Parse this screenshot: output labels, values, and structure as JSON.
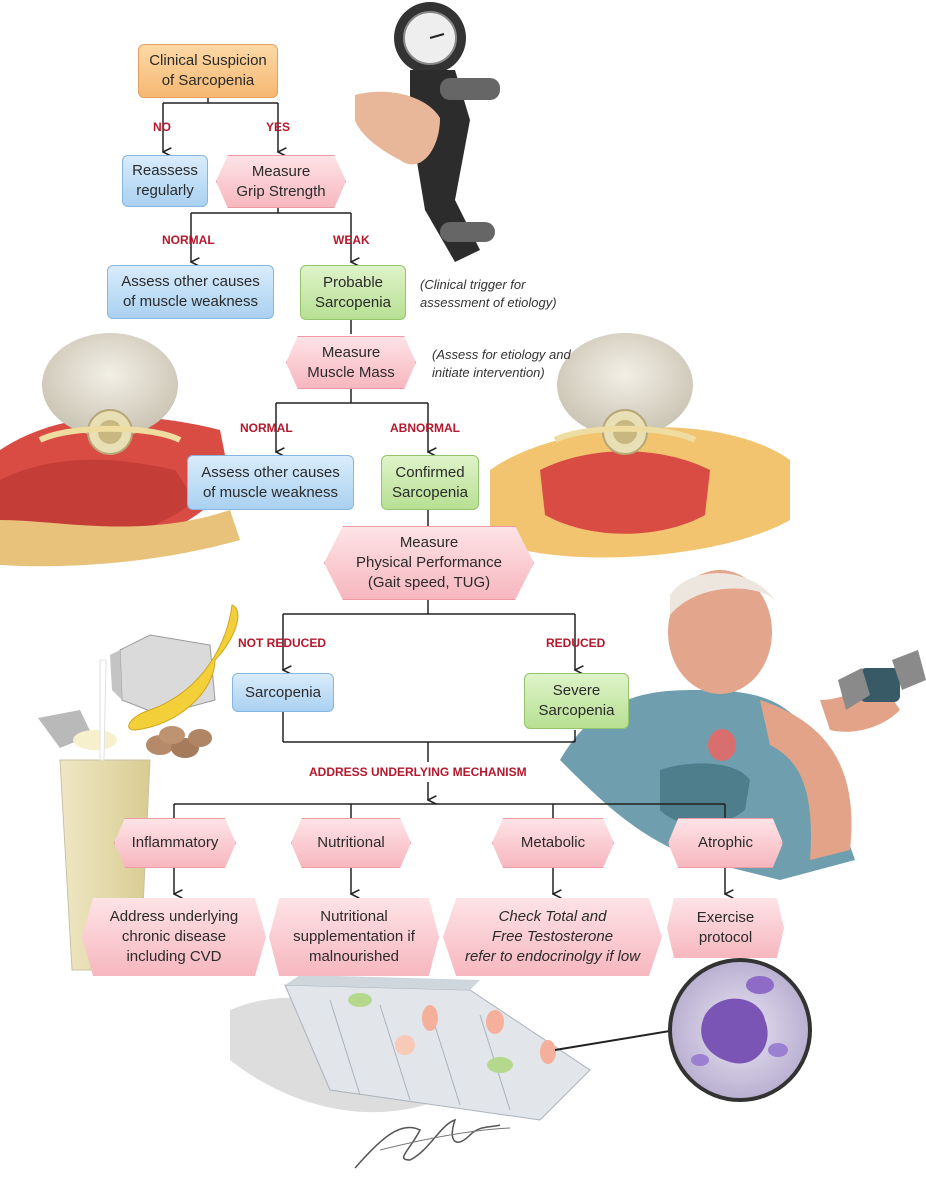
{
  "nodes": {
    "suspicion": "Clinical Suspicion\nof Sarcopenia",
    "reassess": "Reassess\nregularly",
    "grip": "Measure\nGrip Strength",
    "assess1": "Assess other causes\nof muscle weakness",
    "probable": "Probable\nSarcopenia",
    "mass": "Measure\nMuscle Mass",
    "assess2": "Assess other causes\nof muscle weakness",
    "confirmed": "Confirmed\nSarcopenia",
    "performance": "Measure\nPhysical Performance\n(Gait speed, TUG)",
    "sarcopenia": "Sarcopenia",
    "severe": "Severe\nSarcopenia",
    "inflammatory": "Inflammatory",
    "nutritional": "Nutritional",
    "metabolic": "Metabolic",
    "atrophic": "Atrophic",
    "chronic": "Address underlying\nchronic disease\nincluding CVD",
    "supplement": "Nutritional\nsupplementation if\nmalnourished",
    "testosterone": "Check Total and\nFree Testosterone\nrefer to endocrinolgy if low",
    "exercise": "Exercise\nprotocol"
  },
  "labels": {
    "no": "NO",
    "yes": "YES",
    "normal1": "NORMAL",
    "weak": "WEAK",
    "normal2": "NORMAL",
    "abnormal": "ABNORMAL",
    "not_reduced": "NOT REDUCED",
    "reduced": "REDUCED",
    "mechanism": "ADDRESS UNDERLYING MECHANISM"
  },
  "notes": {
    "trigger": "(Clinical trigger for\nassessment of etiology)",
    "etiology": "(Assess for etiology and\ninitiate intervention)"
  },
  "colors": {
    "orange": "#f6b873",
    "blue": "#aad1f1",
    "green": "#b7e093",
    "pink": "#f7b7bf",
    "label_red": "#b5182d"
  }
}
